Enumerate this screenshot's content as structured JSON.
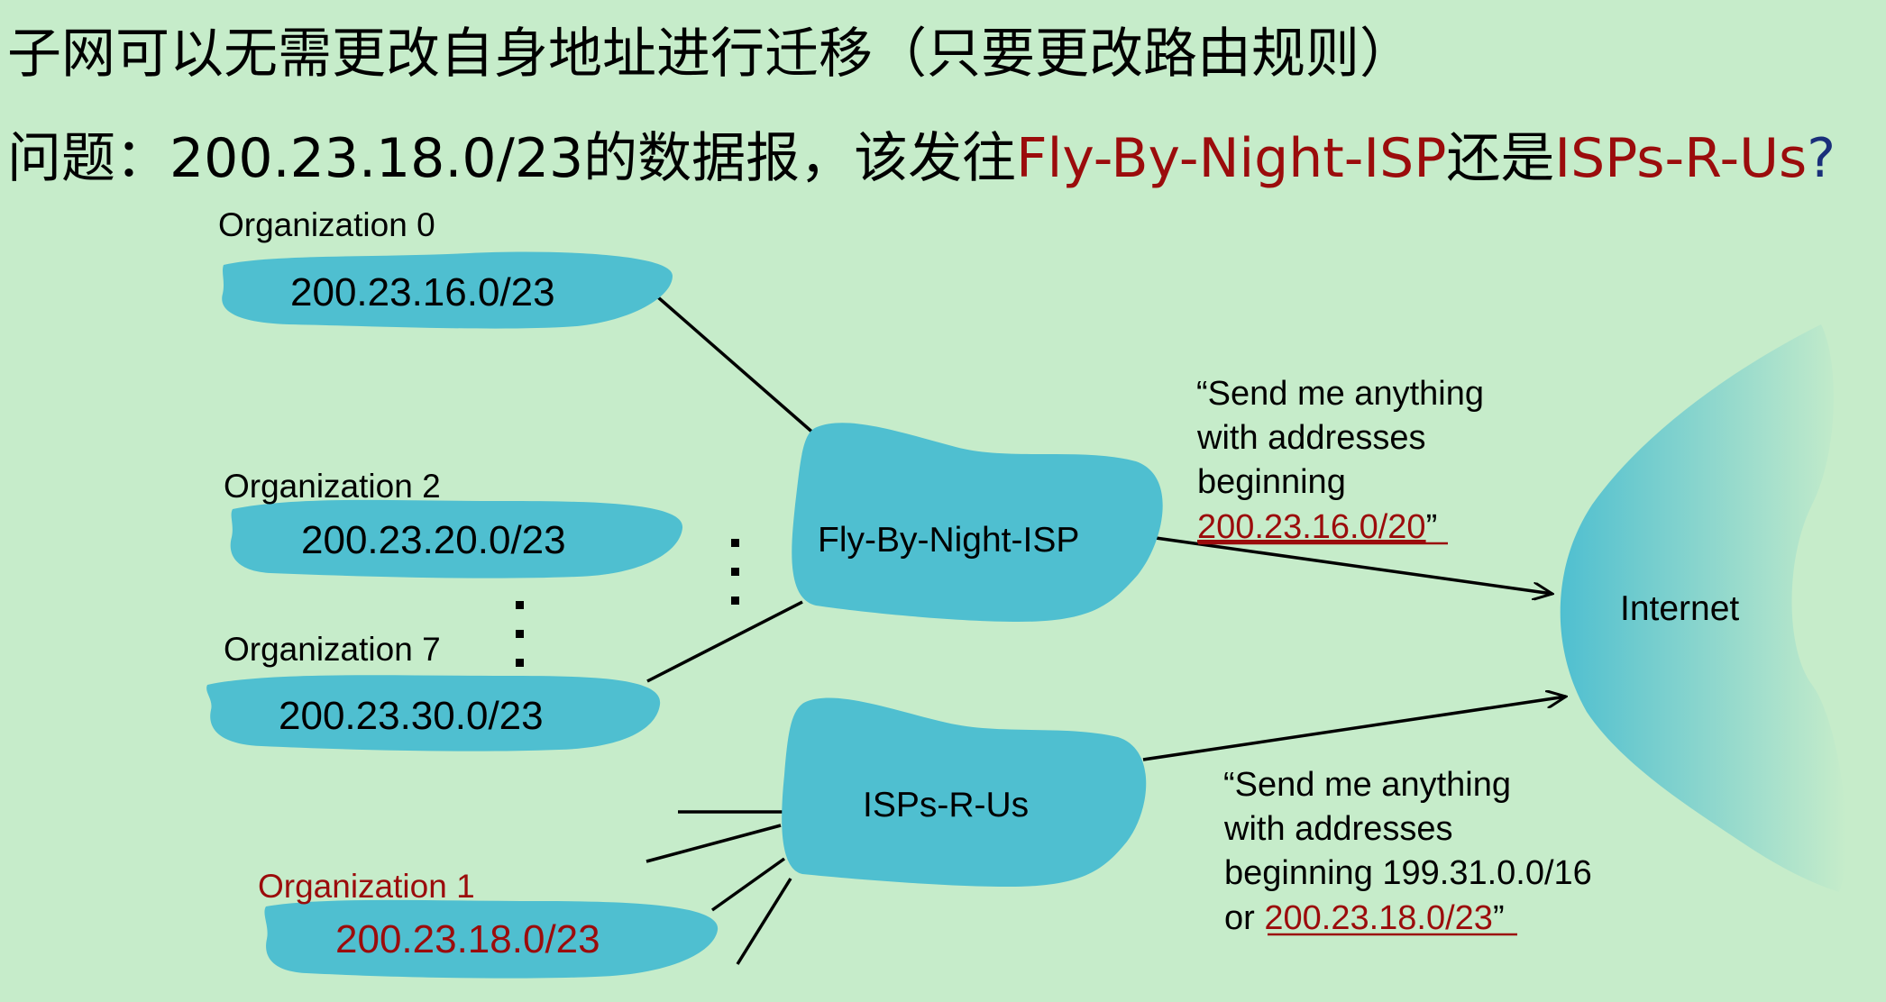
{
  "title_line1": "子网可以无需更改自身地址进行迁移（只要更改路由规则）",
  "title_line2": {
    "prefix": "问题：200.23.18.0/23的数据报，该发往",
    "isp1": "Fly-By-Night-ISP",
    "middle": "还是",
    "isp2": "ISPs-R-Us",
    "suffix": "?"
  },
  "organizations": {
    "org0": {
      "label": "Organization 0",
      "prefix": "200.23.16.0/23"
    },
    "org2": {
      "label": "Organization 2",
      "prefix": "200.23.20.0/23"
    },
    "org7": {
      "label": "Organization 7",
      "prefix": "200.23.30.0/23"
    },
    "org1": {
      "label": "Organization 1",
      "prefix": "200.23.18.0/23"
    }
  },
  "isps": {
    "fly_by_night": "Fly-By-Night-ISP",
    "isps_r_us": "ISPs-R-Us"
  },
  "internet": "Internet",
  "advert_fly": {
    "line1": "“Send me anything",
    "line2": "with addresses",
    "line3": "beginning",
    "prefix": "200.23.16.0/20",
    "close": "”"
  },
  "advert_isps": {
    "line1": "“Send me anything",
    "line2": "with addresses",
    "line3": "beginning 199.31.0.0/16",
    "or_word": "or ",
    "prefix": "200.23.18.0/23",
    "close": "”"
  },
  "colors": {
    "background": "#c6ecca",
    "cloud": "#4fbfd0",
    "highlight_red": "#9b0c0c"
  }
}
